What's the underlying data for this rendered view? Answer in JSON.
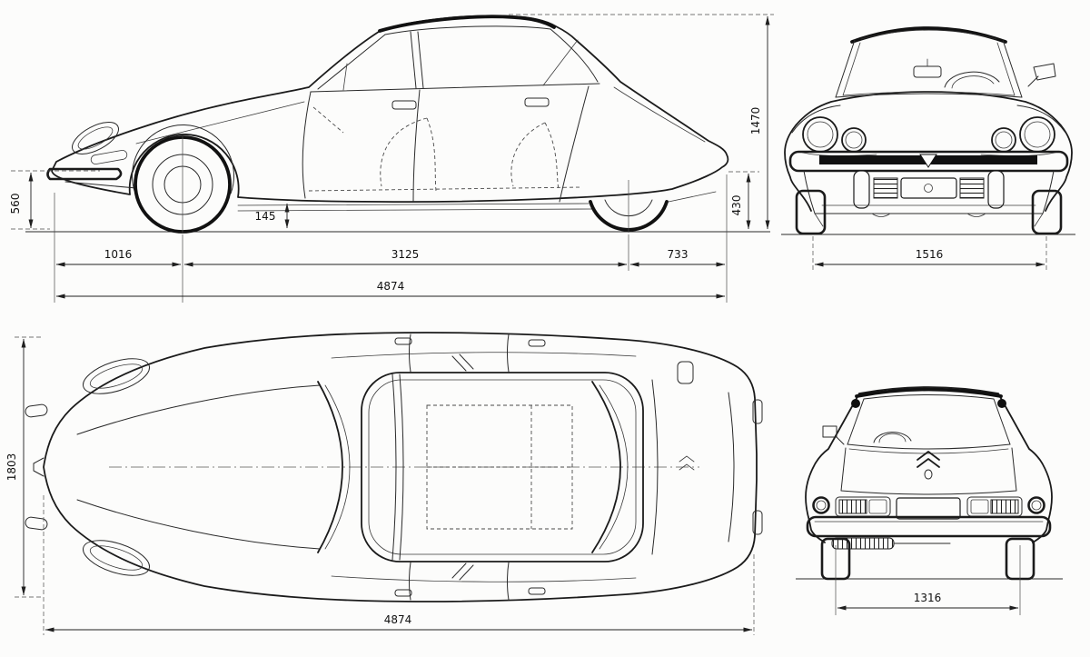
{
  "palette": {
    "paper": "#fcfcfb",
    "ink": "#1b1b1b",
    "dimension_ink": "#1f1f1f"
  },
  "dimensions": {
    "side_view": {
      "front_height": "560",
      "ground_clearance": "145",
      "front_overhang": "1016",
      "wheelbase": "3125",
      "rear_overhang": "733",
      "overall_length": "4874",
      "overall_height": "1470",
      "rear_height": "430"
    },
    "front_view": {
      "front_track": "1516"
    },
    "top_view": {
      "overall_width": "1803",
      "overall_length": "4874"
    },
    "rear_view": {
      "rear_track": "1316"
    }
  }
}
